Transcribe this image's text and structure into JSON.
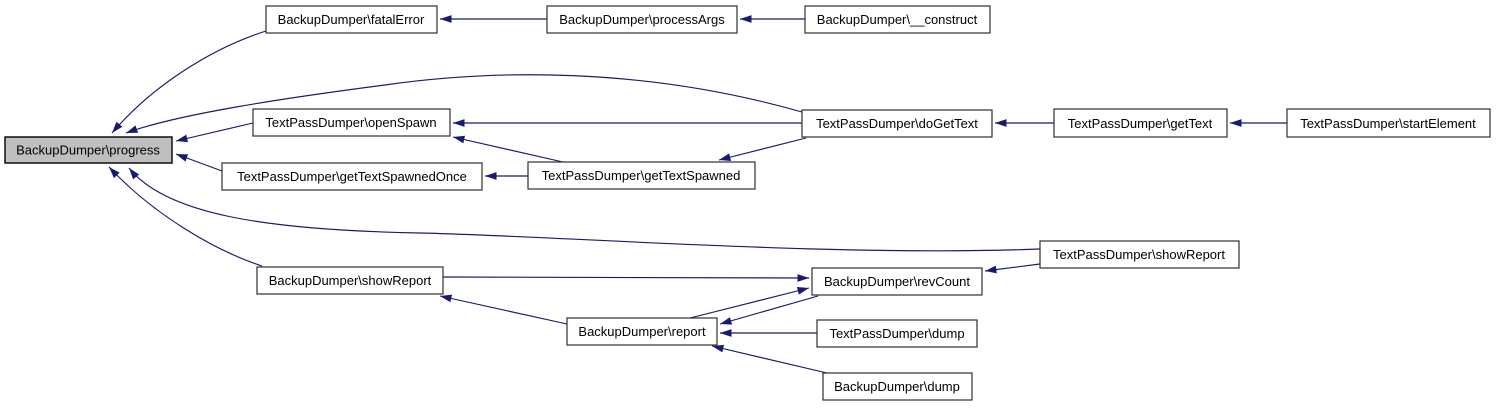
{
  "diagram": {
    "kind": "caller-graph",
    "colors": {
      "edge": "#191970",
      "node_border": "#2e2e2e",
      "node_fill": "#ffffff",
      "highlight_fill": "#bfbfbf",
      "text": "#000000",
      "background": "#ffffff"
    },
    "nodes": [
      {
        "id": "progress",
        "label": "BackupDumper\\progress",
        "highlighted": true
      },
      {
        "id": "fatal_error",
        "label": "BackupDumper\\fatalError",
        "highlighted": false
      },
      {
        "id": "process_args",
        "label": "BackupDumper\\processArgs",
        "highlighted": false
      },
      {
        "id": "construct",
        "label": "BackupDumper\\__construct",
        "highlighted": false
      },
      {
        "id": "open_spawn",
        "label": "TextPassDumper\\openSpawn",
        "highlighted": false
      },
      {
        "id": "do_get_text",
        "label": "TextPassDumper\\doGetText",
        "highlighted": false
      },
      {
        "id": "get_text",
        "label": "TextPassDumper\\getText",
        "highlighted": false
      },
      {
        "id": "start_element",
        "label": "TextPassDumper\\startElement",
        "highlighted": false
      },
      {
        "id": "get_text_spawned_once",
        "label": "TextPassDumper\\getTextSpawnedOnce",
        "highlighted": false
      },
      {
        "id": "get_text_spawned",
        "label": "TextPassDumper\\getTextSpawned",
        "highlighted": false
      },
      {
        "id": "tpd_show_report",
        "label": "TextPassDumper\\showReport",
        "highlighted": false
      },
      {
        "id": "bd_show_report",
        "label": "BackupDumper\\showReport",
        "highlighted": false
      },
      {
        "id": "rev_count",
        "label": "BackupDumper\\revCount",
        "highlighted": false
      },
      {
        "id": "report",
        "label": "BackupDumper\\report",
        "highlighted": false
      },
      {
        "id": "tpd_dump",
        "label": "TextPassDumper\\dump",
        "highlighted": false
      },
      {
        "id": "bd_dump",
        "label": "BackupDumper\\dump",
        "highlighted": false
      }
    ],
    "edges": [
      {
        "from": "fatal_error",
        "to": "progress"
      },
      {
        "from": "do_get_text",
        "to": "progress"
      },
      {
        "from": "open_spawn",
        "to": "progress"
      },
      {
        "from": "get_text_spawned_once",
        "to": "progress"
      },
      {
        "from": "tpd_show_report",
        "to": "progress"
      },
      {
        "from": "bd_show_report",
        "to": "progress"
      },
      {
        "from": "process_args",
        "to": "fatal_error"
      },
      {
        "from": "construct",
        "to": "process_args"
      },
      {
        "from": "do_get_text",
        "to": "open_spawn"
      },
      {
        "from": "get_text_spawned",
        "to": "open_spawn"
      },
      {
        "from": "do_get_text",
        "to": "get_text_spawned"
      },
      {
        "from": "get_text_spawned",
        "to": "get_text_spawned_once"
      },
      {
        "from": "get_text",
        "to": "do_get_text"
      },
      {
        "from": "start_element",
        "to": "get_text"
      },
      {
        "from": "bd_show_report",
        "to": "rev_count"
      },
      {
        "from": "report",
        "to": "rev_count"
      },
      {
        "from": "tpd_show_report",
        "to": "rev_count"
      },
      {
        "from": "rev_count",
        "to": "report"
      },
      {
        "from": "tpd_dump",
        "to": "report"
      },
      {
        "from": "bd_dump",
        "to": "report"
      },
      {
        "from": "report",
        "to": "bd_show_report"
      }
    ]
  }
}
